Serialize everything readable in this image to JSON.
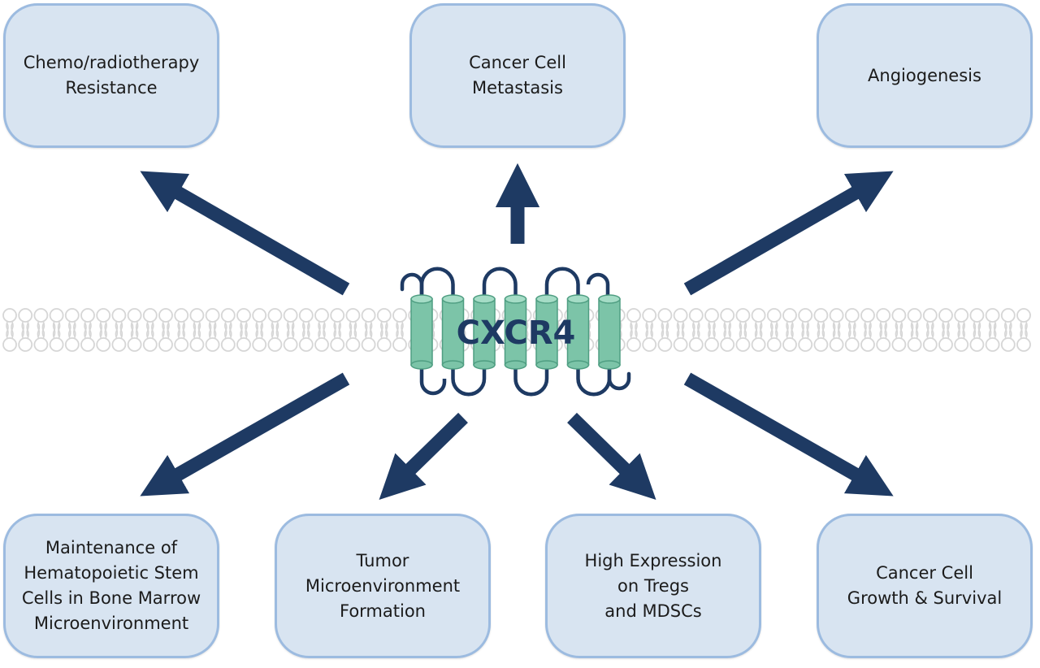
{
  "receptor": {
    "name": "CXCR4",
    "helix_count": 7,
    "helix_color": "#7cc4a8",
    "loop_color": "#1e3a63"
  },
  "colors": {
    "arrow": "#1e3a63",
    "box_fill": "#d8e4f1",
    "box_border": "#9cbbe0",
    "membrane": "#d6d6d6"
  },
  "outcomes": {
    "top": [
      {
        "label": "Chemo/radiotherapy\nResistance"
      },
      {
        "label": "Cancer Cell\nMetastasis"
      },
      {
        "label": "Angiogenesis"
      }
    ],
    "bottom": [
      {
        "label": "Maintenance of\nHematopoietic Stem\nCells in Bone Marrow\nMicroenvironment"
      },
      {
        "label": "Tumor\nMicroenvironment\nFormation"
      },
      {
        "label": "High Expression\non Tregs\nand MDSCs"
      },
      {
        "label": "Cancer Cell\nGrowth & Survival"
      }
    ]
  }
}
